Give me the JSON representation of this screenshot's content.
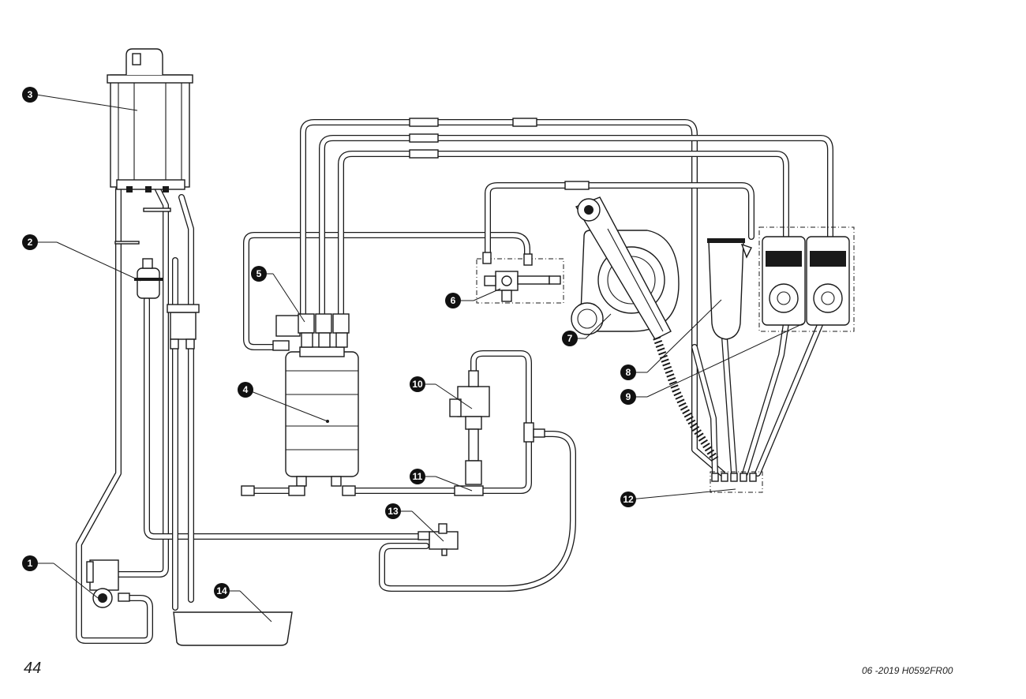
{
  "diagram": {
    "callouts": [
      {
        "num": "1"
      },
      {
        "num": "2"
      },
      {
        "num": "3"
      },
      {
        "num": "4"
      },
      {
        "num": "5"
      },
      {
        "num": "6"
      },
      {
        "num": "7"
      },
      {
        "num": "8"
      },
      {
        "num": "9"
      },
      {
        "num": "10"
      },
      {
        "num": "11"
      },
      {
        "num": "12"
      },
      {
        "num": "13"
      },
      {
        "num": "14"
      }
    ]
  },
  "footer": {
    "page_number": "44",
    "doc_code": "06 -2019 H0592FR00"
  }
}
